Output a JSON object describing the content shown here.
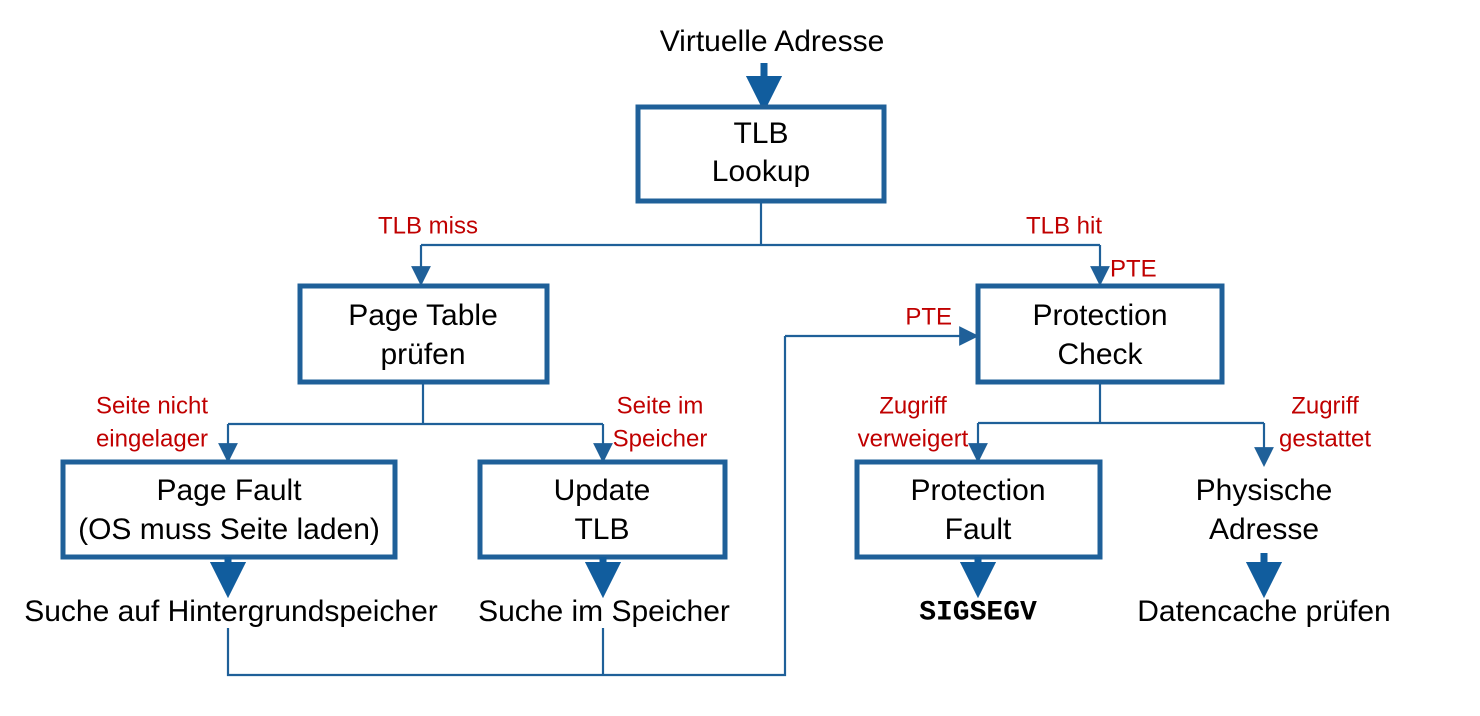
{
  "diagram": {
    "title": "Virtuelle Adresse",
    "colors": {
      "box_stroke": "#1f6099",
      "connector": "#1f6099",
      "edge_label": "#c00000",
      "node_text": "#000000",
      "background": "#ffffff"
    },
    "entry_label": "Virtuelle Adresse",
    "nodes": [
      {
        "id": "tlb-lookup",
        "line1": "TLB",
        "line2": "Lookup",
        "boxed": true
      },
      {
        "id": "page-table",
        "line1": "Page Table",
        "line2": "prüfen",
        "boxed": true
      },
      {
        "id": "protection-check",
        "line1": "Protection",
        "line2": "Check",
        "boxed": true
      },
      {
        "id": "page-fault",
        "line1": "Page Fault",
        "line2": "(OS muss Seite laden)",
        "boxed": true
      },
      {
        "id": "update-tlb",
        "line1": "Update",
        "line2": "TLB",
        "boxed": true
      },
      {
        "id": "protection-fault",
        "line1": "Protection",
        "line2": "Fault",
        "boxed": true
      },
      {
        "id": "physical-address",
        "line1": "Physische",
        "line2": "Adresse",
        "boxed": false
      }
    ],
    "terminals": [
      {
        "id": "suche-hintergrund",
        "text": "Suche auf Hintergrundspeicher",
        "mono": false
      },
      {
        "id": "suche-speicher",
        "text": "Suche im Speicher",
        "mono": false
      },
      {
        "id": "sigsegv",
        "text": "SIGSEGV",
        "mono": true
      },
      {
        "id": "datencache",
        "text": "Datencache prüfen",
        "mono": false
      }
    ],
    "edge_labels": [
      {
        "id": "tlb-miss",
        "line1": "TLB miss",
        "line2": ""
      },
      {
        "id": "tlb-hit",
        "line1": "TLB hit",
        "line2": ""
      },
      {
        "id": "pte-top",
        "line1": "PTE",
        "line2": ""
      },
      {
        "id": "pte-loop",
        "line1": "PTE",
        "line2": ""
      },
      {
        "id": "seite-nicht",
        "line1": "Seite nicht",
        "line2": "eingelager"
      },
      {
        "id": "seite-im-speicher",
        "line1": "Seite im",
        "line2": "Speicher"
      },
      {
        "id": "zugriff-verweigert",
        "line1": "Zugriff",
        "line2": "verweigert"
      },
      {
        "id": "zugriff-gestattet",
        "line1": "Zugriff",
        "line2": "gestattet"
      }
    ]
  }
}
